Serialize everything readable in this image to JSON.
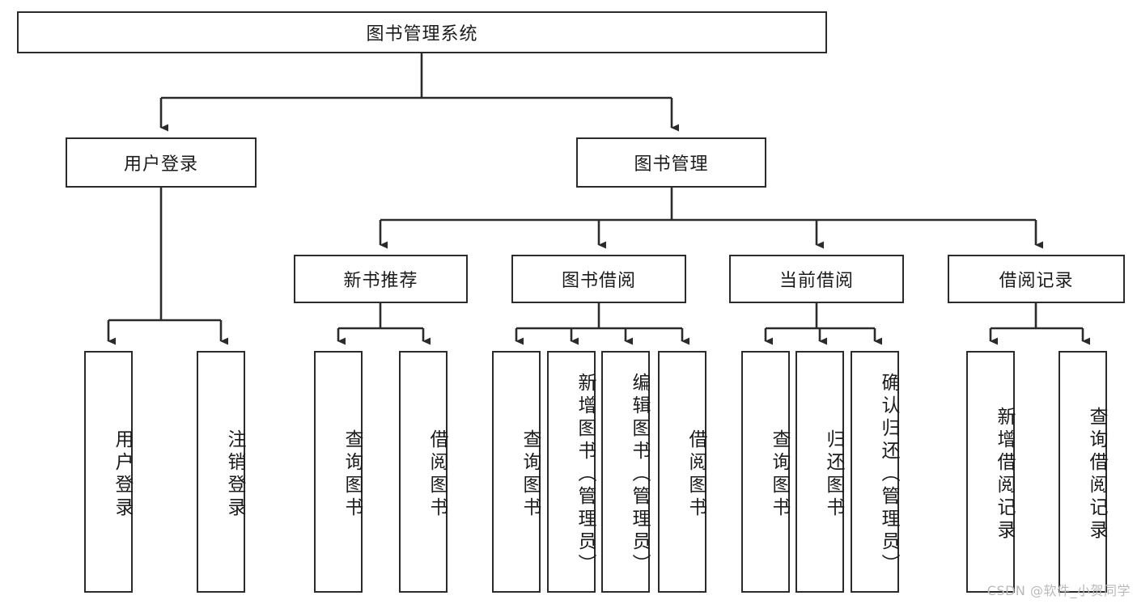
{
  "diagram": {
    "title": "图书管理系统",
    "type": "hierarchy-tree",
    "watermark": "CSDN @软件_小贺同学",
    "colors": {
      "stroke": "#2b2b2b",
      "fill": "#ffffff",
      "text": "#1b1b1b",
      "watermark": "#b9b9b9"
    },
    "levels": {
      "root": {
        "label": "图书管理系统"
      },
      "level2": [
        {
          "id": "user-login",
          "label": "用户登录"
        },
        {
          "id": "book-management",
          "label": "图书管理"
        }
      ],
      "level3": [
        {
          "id": "new-book-recommend",
          "label": "新书推荐"
        },
        {
          "id": "book-borrow",
          "label": "图书借阅"
        },
        {
          "id": "current-borrow",
          "label": "当前借阅"
        },
        {
          "id": "borrow-record",
          "label": "借阅记录"
        }
      ],
      "leaves": {
        "user_login": [
          {
            "id": "leaf-user-login",
            "label": "用户登录"
          },
          {
            "id": "leaf-logout-login",
            "label": "注销登录"
          }
        ],
        "new_book_recommend": [
          {
            "id": "leaf-query-book-1",
            "label": "查询图书"
          },
          {
            "id": "leaf-borrow-book-1",
            "label": "借阅图书"
          }
        ],
        "book_borrow": [
          {
            "id": "leaf-query-book-2",
            "label": "查询图书"
          },
          {
            "id": "leaf-add-book-admin",
            "label": "新增图书（管理员）"
          },
          {
            "id": "leaf-edit-book-admin",
            "label": "编辑图书（管理员）"
          },
          {
            "id": "leaf-borrow-book-2",
            "label": "借阅图书"
          }
        ],
        "current_borrow": [
          {
            "id": "leaf-query-book-3",
            "label": "查询图书"
          },
          {
            "id": "leaf-return-book",
            "label": "归还图书"
          },
          {
            "id": "leaf-confirm-return-admin",
            "label": "确认归还（管理员）"
          }
        ],
        "borrow_record": [
          {
            "id": "leaf-add-borrow-record",
            "label": "新增借阅记录"
          },
          {
            "id": "leaf-query-borrow-record",
            "label": "查询借阅记录"
          }
        ]
      }
    }
  }
}
